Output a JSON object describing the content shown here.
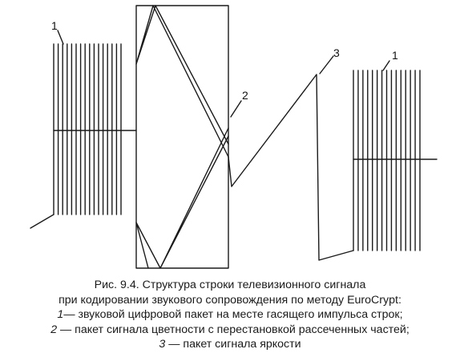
{
  "diagram": {
    "markers": {
      "sound_packet_left": "1",
      "chroma_packet": "2",
      "luma_packet": "3",
      "sound_packet_right": "1"
    },
    "colors": {
      "line": "#1a1a1a",
      "background": "#ffffff"
    }
  },
  "caption": {
    "title_line1": "Рис. 9.4. Структура строки телевизионного сигнала",
    "title_line2": "при кодировании звукового сопровождения по методу EuroCrypt:",
    "items": [
      {
        "num": "1",
        "text": "— звуковой цифровой пакет на месте гасящего импульса строк;"
      },
      {
        "num": "2",
        "text": " — пакет сигнала цветности с перестановкой рассеченных частей;"
      },
      {
        "num": "3",
        "text": " — пакет сигнала яркости"
      }
    ]
  }
}
